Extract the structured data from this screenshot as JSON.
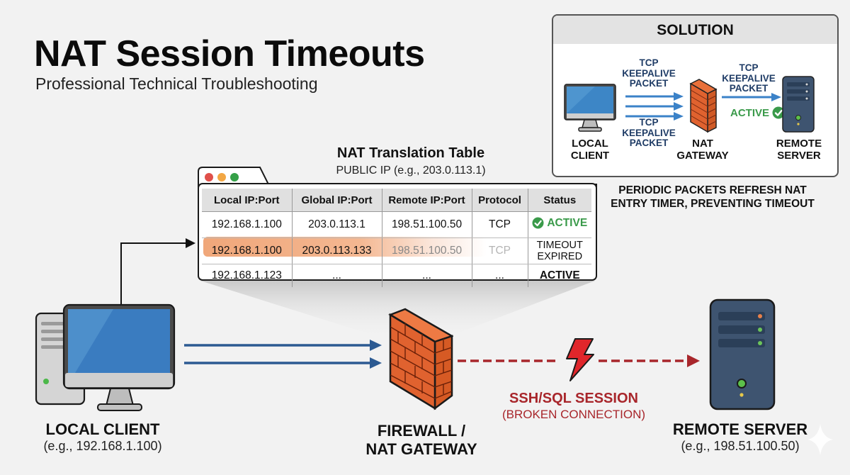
{
  "header": {
    "title": "NAT Session Timeouts",
    "subtitle": "Professional Technical Troubleshooting"
  },
  "solution": {
    "heading": "SOLUTION",
    "local_client": [
      "LOCAL",
      "CLIENT"
    ],
    "nat_gateway": [
      "NAT",
      "GATEWAY"
    ],
    "remote_server": [
      "REMOTE",
      "SERVER"
    ],
    "packet_label_upper": [
      "TCP",
      "KEEPALIVE",
      "PACKET"
    ],
    "packet_label_lower": [
      "TCP",
      "KEEPALIVE",
      "PACKET"
    ],
    "packet_label_right": [
      "TCP",
      "KEEPALIVE",
      "PACKET"
    ],
    "status": "ACTIVE",
    "note": [
      "PERIODIC PACKETS REFRESH NAT",
      "ENTRY TIMER, PREVENTING TIMEOUT"
    ]
  },
  "nat_table": {
    "title": "NAT Translation Table",
    "subtitle": "PUBLIC IP (e.g., 203.0.113.1)",
    "columns": [
      "Local IP:Port",
      "Global IP:Port",
      "Remote IP:Port",
      "Protocol",
      "Status"
    ],
    "rows": [
      {
        "local": "192.168.1.100",
        "global": "203.0.113.1",
        "remote": "198.51.100.50",
        "protocol": "TCP",
        "status": "ACTIVE",
        "status_type": "active-check"
      },
      {
        "local": "192.168.1.100",
        "global": "203.0.113.133",
        "remote": "198.51.100.50",
        "protocol": "TCP",
        "status": "TIMEOUT EXPIRED",
        "status_lines": [
          "TIMEOUT",
          "EXPIRED"
        ],
        "status_type": "timeout",
        "highlighted": true
      },
      {
        "local": "192.168.1.123",
        "global": "...",
        "remote": "...",
        "protocol": "...",
        "status": "ACTIVE",
        "status_type": "active"
      }
    ]
  },
  "nodes": {
    "local_client": {
      "name": "LOCAL CLIENT",
      "detail": "(e.g., 192.168.1.100)"
    },
    "firewall": {
      "name_lines": [
        "FIREWALL /",
        "NAT GATEWAY"
      ]
    },
    "remote_server": {
      "name": "REMOTE SERVER",
      "detail": "(e.g., 198.51.100.50)"
    }
  },
  "session": {
    "label": "SSH/SQL SESSION",
    "detail": "(BROKEN CONNECTION)"
  },
  "colors": {
    "active": "#3a9a4a",
    "timeout": "#8a2a2a",
    "broken": "#a8262b",
    "flow_arrow": "#2c5a92",
    "keepalive_arrow": "#3b82c8",
    "brick": "#e0622f",
    "highlight": "#f0a77a"
  }
}
